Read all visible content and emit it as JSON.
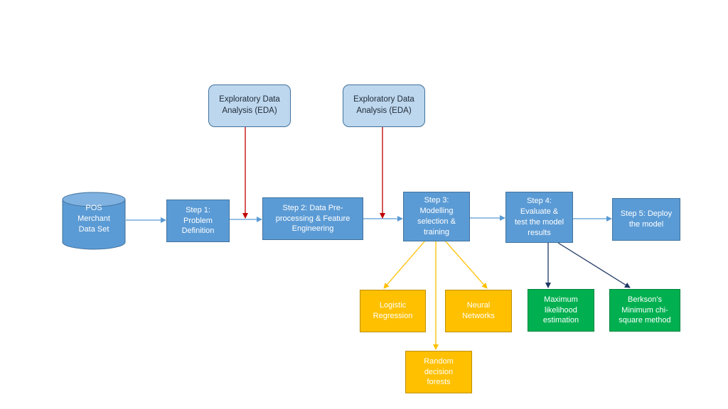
{
  "data_source": {
    "label": "POS\nMerchant\nData Set"
  },
  "eda": [
    {
      "label": "Exploratory Data\nAnalysis (EDA)"
    },
    {
      "label": "Exploratory Data\nAnalysis (EDA)"
    }
  ],
  "steps": [
    {
      "label": "Step 1:\nProblem\nDefinition"
    },
    {
      "label": "Step 2:  Data Pre-\nprocessing & Feature\nEngineering"
    },
    {
      "label": "Step 3:\nModelling\nselection &\ntraining"
    },
    {
      "label": "Step 4:\nEvaluate &\ntest the model\nresults"
    },
    {
      "label": "Step 5: Deploy\nthe model"
    }
  ],
  "models": [
    {
      "label": "Logistic\nRegression"
    },
    {
      "label": "Random\ndecision\nforests"
    },
    {
      "label": "Neural\nNetworks"
    }
  ],
  "evaluation_methods": [
    {
      "label": "Maximum\nlikelihood\nestimation"
    },
    {
      "label": "Berkson's\nMinimum chi-\nsquare method"
    }
  ],
  "colors": {
    "step": "#5b9bd5",
    "eda": "#bdd7ee",
    "model": "#ffc000",
    "evaluation": "#00b050",
    "flow_arrow": "#5b9bd5",
    "eda_arrow": "#c00000",
    "model_arrow": "#ffc000",
    "evaluation_arrow": "#1f3864"
  }
}
